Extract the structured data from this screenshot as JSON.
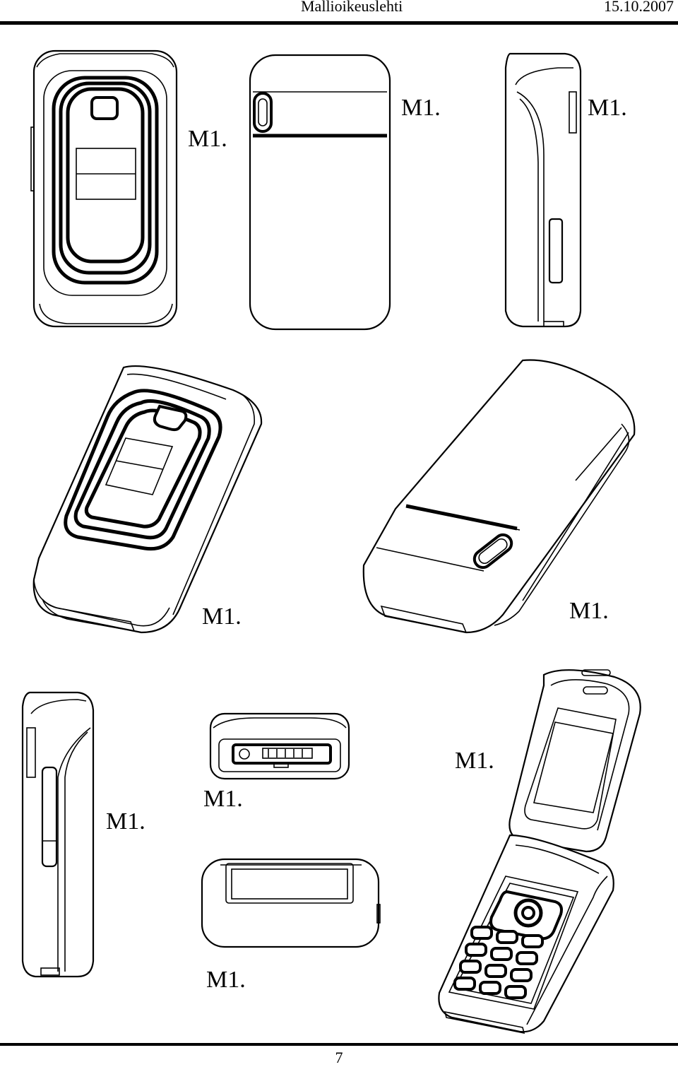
{
  "header": {
    "title": "Mallioikeuslehti",
    "date": "15.10.2007"
  },
  "figures": [
    {
      "label": "M1."
    },
    {
      "label": "M1."
    },
    {
      "label": "M1."
    },
    {
      "label": "M1."
    },
    {
      "label": "M1."
    },
    {
      "label": "M1."
    },
    {
      "label": "M1."
    },
    {
      "label": "M1."
    },
    {
      "label": "M1."
    }
  ],
  "footer": {
    "page_number": "7"
  }
}
